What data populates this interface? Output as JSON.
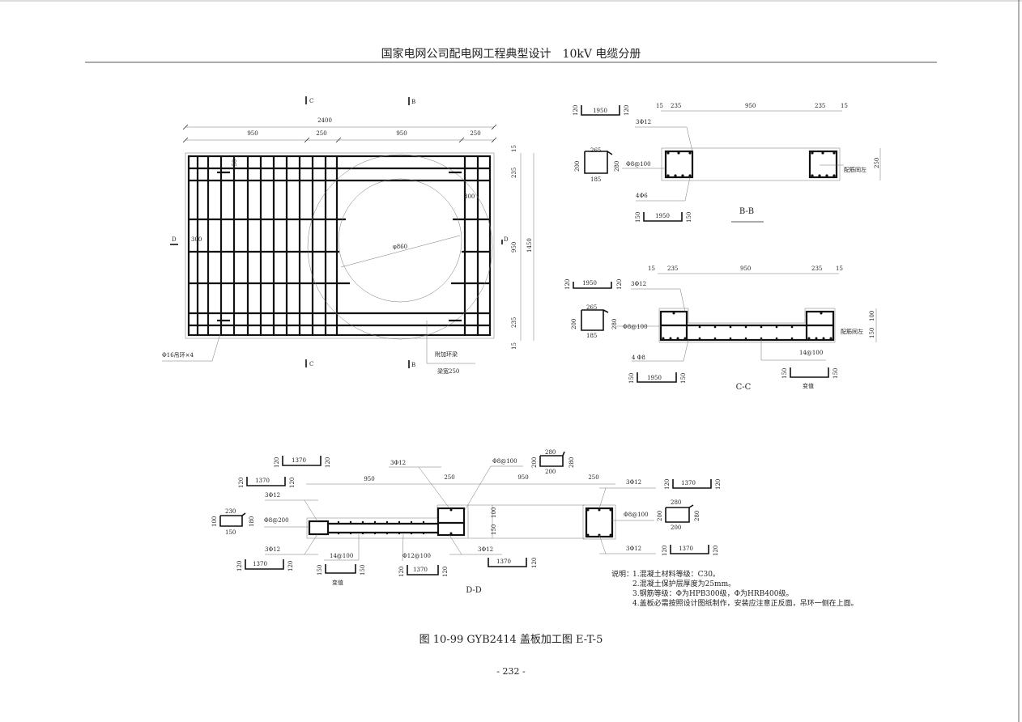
{
  "header": {
    "title": "国家电网公司配电网工程典型设计　10kV 电缆分册"
  },
  "plan": {
    "section_c": "C",
    "section_b": "B",
    "section_d": "D",
    "dim_total_width": "2400",
    "dims_top": [
      "950",
      "250",
      "950",
      "250"
    ],
    "dims_right": [
      "15",
      "235",
      "950",
      "235",
      "15"
    ],
    "dim_total_height": "1450",
    "dim_150": "150",
    "dim_300": "300",
    "dim_300b": "300",
    "circle_label": "φ860",
    "lifting_ring": "Φ16吊环×4",
    "ring_beam": "附加环梁",
    "beam_width": "梁宽250"
  },
  "section_bb": {
    "title": "B-B",
    "dims": [
      "15",
      "235",
      "950",
      "235",
      "15"
    ],
    "top_bar": {
      "length": "1950",
      "hook": "120"
    },
    "bottom_bar": {
      "length": "1950",
      "hook": "150"
    },
    "stirrup": {
      "top": "265",
      "bottom": "185",
      "left": "200",
      "right": "280"
    },
    "label_top_rebar": "3Φ12",
    "label_stirrup": "Φ8@100",
    "label_bottom_rebar": "4Φ6",
    "label_same": "配筋同左",
    "dim_height": "250"
  },
  "section_cc": {
    "title": "C-C",
    "dims": [
      "15",
      "235",
      "950",
      "235",
      "15"
    ],
    "top_bar": {
      "length": "1950",
      "hook": "120"
    },
    "bottom_bar": {
      "length": "1950",
      "hook": "150"
    },
    "stirrup": {
      "top": "265",
      "bottom": "185",
      "left": "200",
      "right": "280"
    },
    "label_top_rebar": "3Φ12",
    "label_stirrup": "Φ8@100",
    "label_bottom_rebar": "4 Φ8",
    "label_same": "配筋同左",
    "label_slab": "14@100",
    "var_bar": {
      "length": "变值",
      "hook": "150"
    },
    "dims_right": [
      "100",
      "150"
    ]
  },
  "section_dd": {
    "title": "D-D",
    "dims": [
      "950",
      "250",
      "950",
      "250"
    ],
    "bar_1370": "1370",
    "hook_120": "120",
    "hook_150": "150",
    "label_3phi12": "3Φ12",
    "label_phi8_200": "Φ8@200",
    "label_phi8_100": "Φ8@100",
    "label_14_100": "14@100",
    "label_phi12_100": "Φ12@100",
    "var_len": "变值",
    "stirrup_left": {
      "top": "230",
      "bottom": "150",
      "left": "100",
      "right": "180"
    },
    "stirrup_right": {
      "top": "280",
      "bottom": "200",
      "left": "200",
      "right": "280"
    },
    "dims_right": [
      "100",
      "150"
    ]
  },
  "notes": {
    "heading": "说明：",
    "items": [
      "1.混凝土材料等级：C30。",
      "2.混凝土保护层厚度为25mm。",
      "3.钢筋等级：Φ为HPB300级，Φ为HRB400级。",
      "4.盖板必需按照设计图纸制作，安装应注意正反面，吊环一侧在上面。"
    ]
  },
  "caption": "图 10-99 GYB2414 盖板加工图 E-T-5",
  "page_number": "- 232 -"
}
